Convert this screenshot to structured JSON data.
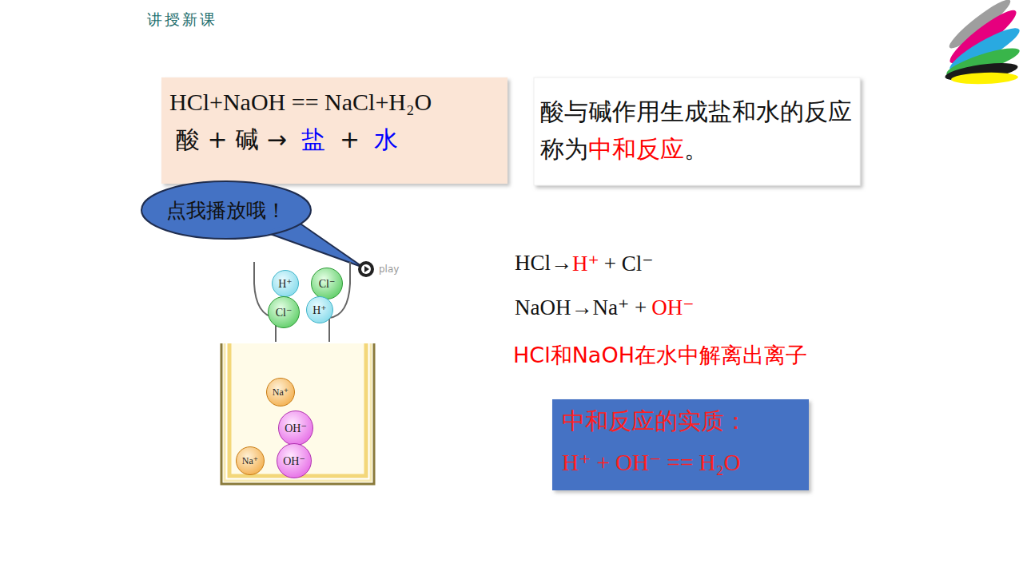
{
  "diagram": {
    "nodes": [
      {
        "text": [
          "HCl+NaOH == NaCl+H₂O",
          "酸 + 碱 →",
          "盐",
          "+",
          "水"
        ]
      },
      {
        "text": [
          "酸与碱作用生成盐和水的反应称为",
          "中和反应",
          "。"
        ]
      },
      {
        "text": [
          "点我播放哦！"
        ]
      },
      {
        "text": [
          "H⁺"
        ]
      },
      {
        "text": [
          "Cl⁻"
        ]
      },
      {
        "text": [
          "Cl⁻"
        ]
      },
      {
        "text": [
          "H⁺"
        ]
      },
      {
        "text": [
          "Na⁺"
        ]
      },
      {
        "text": [
          "OH⁻"
        ]
      },
      {
        "text": [
          "Na⁺"
        ]
      },
      {
        "text": [
          "OH⁻"
        ]
      },
      {
        "text": [
          "中和反应的实质：",
          "H⁺ + OH⁻ == H₂O"
        ]
      }
    ],
    "labels": [
      "讲授新课",
      "play",
      "HCl→",
      "H⁺",
      "+ Cl⁻",
      "NaOH→Na⁺ +",
      "OH⁻",
      "HCl和NaOH在水中解离出离子"
    ]
  }
}
